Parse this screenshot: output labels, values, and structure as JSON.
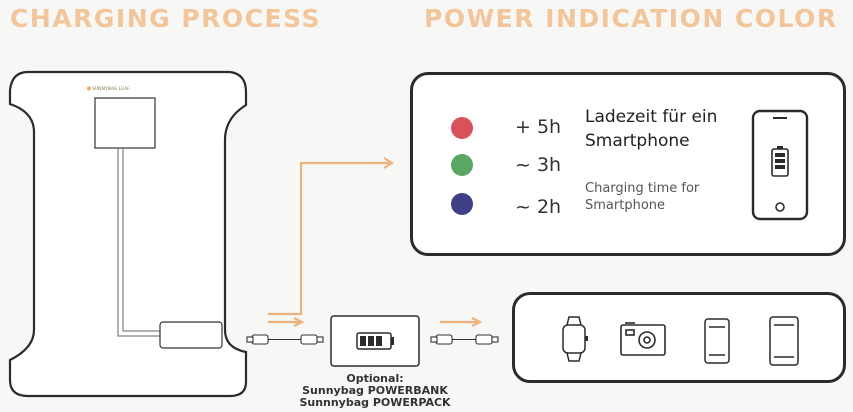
{
  "headings": {
    "charging": "CHARGING PROCESS",
    "power": "POWER INDICATION COLOR"
  },
  "panel": {
    "logo_text": "SUNNYBAG LEAF"
  },
  "indicators": [
    {
      "color": "#d9525a",
      "duration": "+ 5h"
    },
    {
      "color": "#5aa763",
      "duration": "~ 3h"
    },
    {
      "color": "#3f3f86",
      "duration": "~ 2h"
    }
  ],
  "legend": {
    "de_line1": "Ladezeit für ein",
    "de_line2": "Smartphone",
    "en_line1": "Charging time for",
    "en_line2": "Smartphone"
  },
  "optional": {
    "label": "Optional:",
    "item1": "Sunnybag POWERBANK",
    "item2": "Sunnnybag POWERPACK"
  },
  "colors": {
    "accent": "#f2c59a",
    "arrow": "#eeb27c",
    "outline": "#2b2b2b"
  },
  "icons": [
    "smartwatch-icon",
    "action-camera-icon",
    "phone-icon",
    "tablet-icon",
    "battery-icon"
  ]
}
